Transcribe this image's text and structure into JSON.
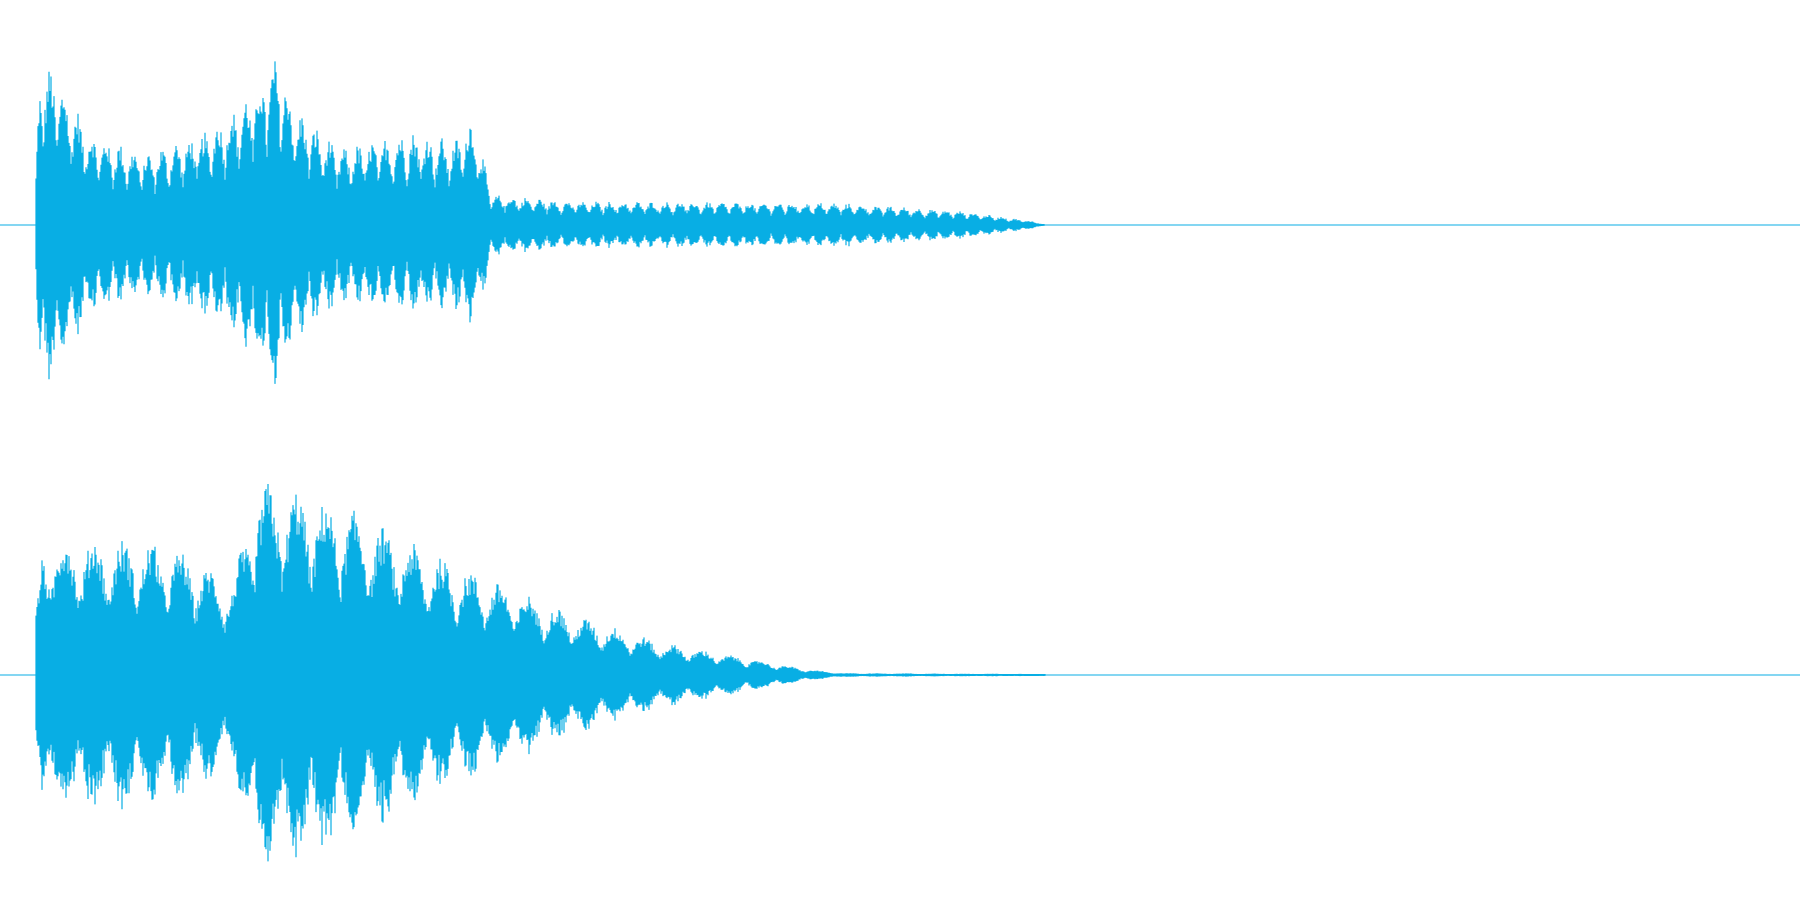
{
  "waveform": {
    "color": "#08aee4",
    "background": "#ffffff",
    "channels": [
      {
        "name": "",
        "envelope": {
          "onset": 0.0,
          "segments": [
            {
              "t": 0.0,
              "amp": 0.3
            },
            {
              "t": 0.002,
              "amp": 0.95
            },
            {
              "t": 0.01,
              "amp": 0.92
            },
            {
              "t": 0.03,
              "amp": 0.55
            },
            {
              "t": 0.06,
              "amp": 0.42
            },
            {
              "t": 0.095,
              "amp": 0.55
            },
            {
              "t": 0.12,
              "amp": 0.78
            },
            {
              "t": 0.135,
              "amp": 1.0
            },
            {
              "t": 0.145,
              "amp": 0.7
            },
            {
              "t": 0.17,
              "amp": 0.45
            },
            {
              "t": 0.21,
              "amp": 0.55
            },
            {
              "t": 0.235,
              "amp": 0.5
            },
            {
              "t": 0.245,
              "amp": 0.65
            },
            {
              "t": 0.255,
              "amp": 0.18
            },
            {
              "t": 0.3,
              "amp": 0.14
            },
            {
              "t": 0.45,
              "amp": 0.13
            },
            {
              "t": 0.52,
              "amp": 0.08
            },
            {
              "t": 0.56,
              "amp": 0.02
            },
            {
              "t": 0.565,
              "amp": 0.0
            },
            {
              "t": 1.0,
              "amp": 0.0
            }
          ]
        }
      },
      {
        "name": "",
        "envelope": {
          "onset": 0.0,
          "segments": [
            {
              "t": 0.0,
              "amp": 0.3
            },
            {
              "t": 0.004,
              "amp": 0.68
            },
            {
              "t": 0.06,
              "amp": 0.66
            },
            {
              "t": 0.085,
              "amp": 0.6
            },
            {
              "t": 0.11,
              "amp": 0.45
            },
            {
              "t": 0.125,
              "amp": 0.95
            },
            {
              "t": 0.15,
              "amp": 0.9
            },
            {
              "t": 0.18,
              "amp": 0.8
            },
            {
              "t": 0.22,
              "amp": 0.6
            },
            {
              "t": 0.26,
              "amp": 0.45
            },
            {
              "t": 0.3,
              "amp": 0.3
            },
            {
              "t": 0.35,
              "amp": 0.16
            },
            {
              "t": 0.4,
              "amp": 0.08
            },
            {
              "t": 0.43,
              "amp": 0.03
            },
            {
              "t": 0.45,
              "amp": 0.01
            },
            {
              "t": 0.565,
              "amp": 0.005
            },
            {
              "t": 0.57,
              "amp": 0.0
            },
            {
              "t": 1.0,
              "amp": 0.0
            }
          ]
        }
      }
    ]
  }
}
